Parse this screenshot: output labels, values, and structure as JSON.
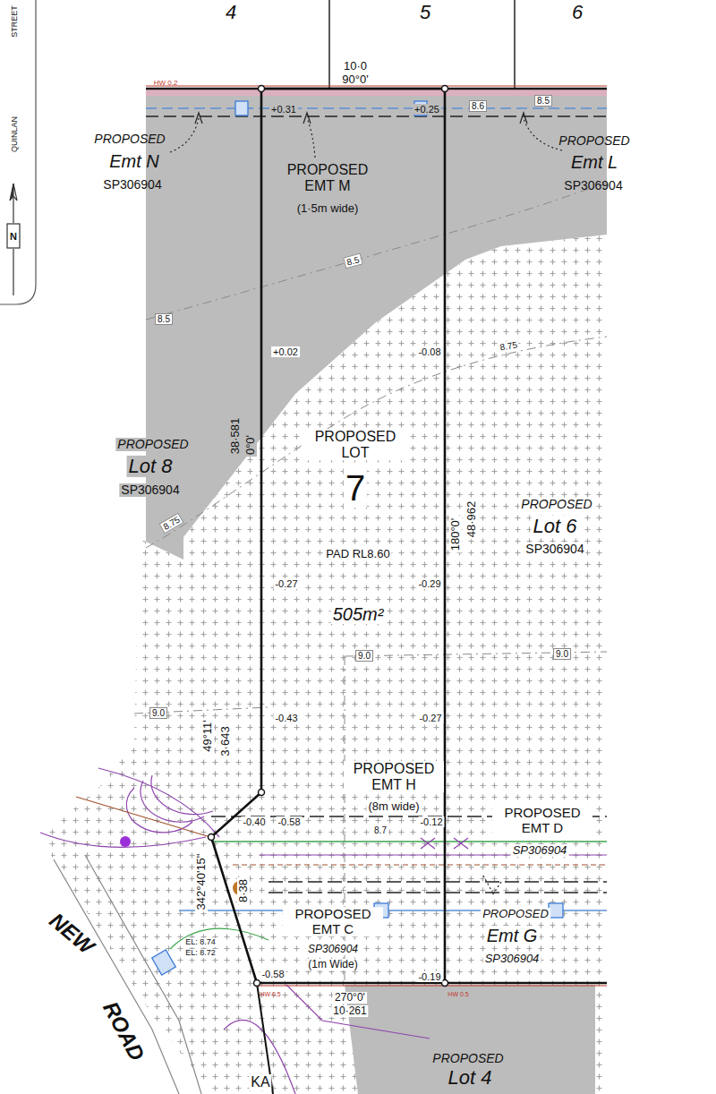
{
  "diagram": {
    "nodes": [
      {
        "text": [
          "PROPOSED",
          "Lot 8",
          "SP306904"
        ]
      },
      {
        "text": [
          "PROPOSED LOT",
          "7",
          "PAD RL8.60",
          "505m²"
        ]
      },
      {
        "text": [
          "PROPOSED EMT M",
          "(1·5m wide)"
        ],
        "in": 1
      },
      {
        "text": [
          "PROPOSED EMT H",
          "(8m wide)"
        ],
        "in": 1
      },
      {
        "text": [
          "PROPOSED EMT C",
          "SP306904",
          "(1m Wide)"
        ],
        "in": 1
      },
      {
        "text": [
          "PROPOSED",
          "Lot 6",
          "SP306904"
        ]
      },
      {
        "text": [
          "PROPOSED",
          "Lot 4"
        ]
      }
    ],
    "labels": [
      "4",
      "5",
      "6",
      "STREET",
      "QUINLAN",
      "N",
      "10·0",
      "90°0'",
      "HW 0.2",
      "+0.31",
      "+0.25",
      "8.6",
      "8.5",
      "PROPOSED",
      "Emt N",
      "SP306904",
      "PROPOSED",
      "Emt L",
      "SP306904",
      "8.5",
      "8.5",
      "+0.02",
      "-0.08",
      "8.75",
      "8.75",
      "38·581",
      "0°0'",
      "180°0'",
      "48·962",
      "-0.27",
      "-0.29",
      "9.0",
      "9.0",
      "9.0",
      "-0.43",
      "-0.27",
      "49°11'",
      "3·643",
      "-0.40",
      "-0.58",
      "-0.12",
      "8.7",
      "342°40'15\"",
      "8·38",
      "EL: 8.74",
      "EL: 8.72",
      "-0.58",
      "-0.19",
      "270°0'",
      "10·261",
      "NEW",
      "ROAD",
      "KA",
      "PROPOSED EMT D",
      "SP306904",
      "PROPOSED",
      "Emt G",
      "SP306904",
      "HW 0.5",
      "HW 0.5"
    ]
  }
}
